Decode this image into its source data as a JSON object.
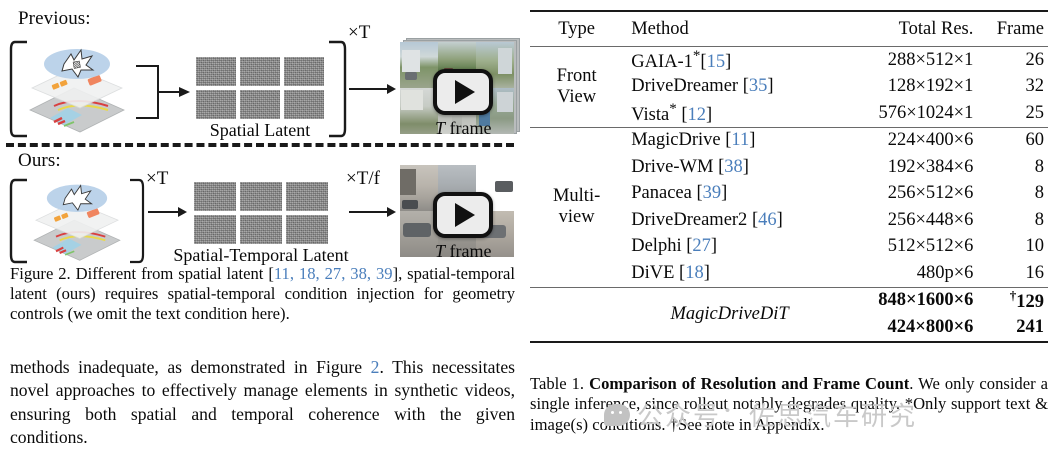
{
  "figure": {
    "previous_label": "Previous:",
    "ours_label": "Ours:",
    "previous": {
      "latent_caption": "Spatial Latent",
      "multiplier_right": "×T",
      "t_frame": "T frame"
    },
    "ours": {
      "latent_caption": "Spatial-Temporal Latent",
      "multiplier_left": "×T",
      "multiplier_right": "×T/f",
      "t_frame": "T frame"
    },
    "play_icon": "play-icon",
    "caption_parts": {
      "lead": "Figure 2. Different from spatial latent [",
      "cites": "11, 18, 27, 38, 39",
      "rest": "], spatial-temporal latent (ours) requires spatial-temporal condition injection for geometry controls (we omit the text condition here)."
    }
  },
  "body_text": {
    "part1": "methods inadequate, as demonstrated in Figure ",
    "cite": "2",
    "part2": ". This necessitates novel approaches to effectively manage elements in synthetic videos, ensuring both spatial and temporal coherence with the given conditions."
  },
  "table": {
    "columns": [
      "Type",
      "Method",
      "Total Res.",
      "Frame"
    ],
    "groups": [
      {
        "type": "Front View",
        "type_lines": [
          "Front",
          "View"
        ],
        "rows": [
          {
            "method": "GAIA-1",
            "star": "*",
            "cite": "15",
            "space_before_cite": false,
            "res": "288×512×1",
            "frame": "26"
          },
          {
            "method": "DriveDreamer",
            "star": "",
            "cite": "35",
            "space_before_cite": true,
            "res": "128×192×1",
            "frame": "32"
          },
          {
            "method": "Vista",
            "star": "*",
            "cite": "12",
            "space_before_cite": true,
            "res": "576×1024×1",
            "frame": "25"
          }
        ]
      },
      {
        "type": "Multi-view",
        "type_lines": [
          "Multi-",
          "view"
        ],
        "rows": [
          {
            "method": "MagicDrive",
            "star": "",
            "cite": "11",
            "space_before_cite": true,
            "res": "224×400×6",
            "frame": "60"
          },
          {
            "method": "Drive-WM",
            "star": "",
            "cite": "38",
            "space_before_cite": true,
            "res": "192×384×6",
            "frame": "8"
          },
          {
            "method": "Panacea",
            "star": "",
            "cite": "39",
            "space_before_cite": true,
            "res": "256×512×6",
            "frame": "8"
          },
          {
            "method": "DriveDreamer2",
            "star": "",
            "cite": "46",
            "space_before_cite": true,
            "res": "256×448×6",
            "frame": "8"
          },
          {
            "method": "Delphi",
            "star": "",
            "cite": "27",
            "space_before_cite": true,
            "res": "512×512×6",
            "frame": "10"
          },
          {
            "method": "DiVE",
            "star": "",
            "cite": "18",
            "space_before_cite": true,
            "res": "480p×6",
            "frame": "16"
          }
        ]
      }
    ],
    "ours_rows": [
      {
        "method": "MagicDriveDiT",
        "res": "848×1600×6",
        "frame": "129",
        "dagger": "†"
      },
      {
        "method": "",
        "res": "424×800×6",
        "frame": "241",
        "dagger": ""
      }
    ],
    "caption": {
      "prefix": "Table 1. ",
      "bold": "Comparison of Resolution and Frame Count",
      "rest": ". We only consider a single inference, since rollout notably degrades quality. *Only support text & image(s) conditions. †See note in Appendix."
    }
  },
  "watermark": {
    "text": "公众号：佐思汽车研究",
    "icon": "wechat-bubble-icon"
  },
  "colors": {
    "citation_blue": "#4a7ebb",
    "rule_dark": "#1a1a1a",
    "rule_light": "#6a6a6a",
    "latent_gray": "#8b8b8b",
    "watermark_gray": "#c9c9c9"
  }
}
